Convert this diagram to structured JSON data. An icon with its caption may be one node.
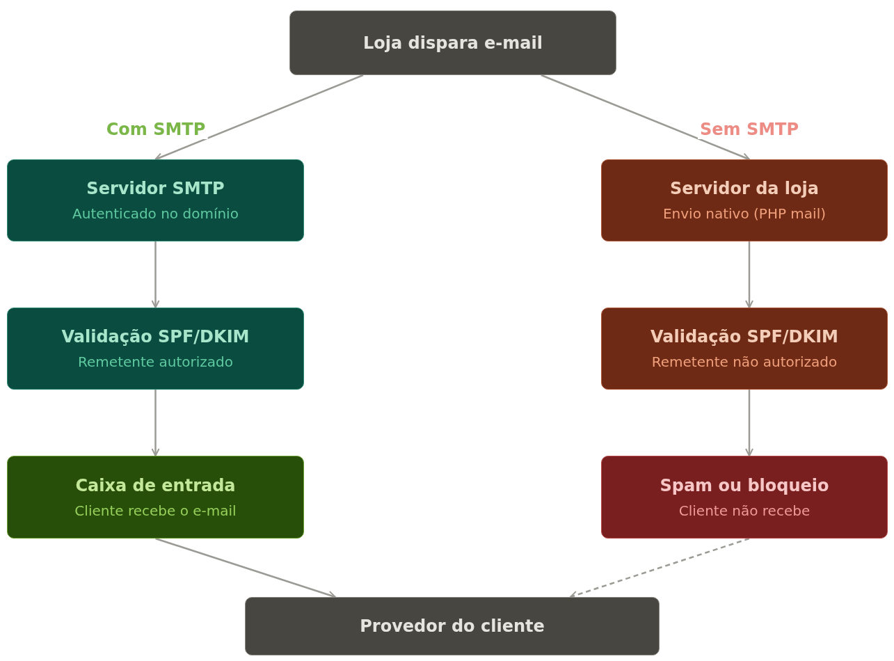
{
  "diagram": {
    "nodes": [
      {
        "text": [
          "Loja dispara e-mail"
        ]
      },
      {
        "text": [
          "Servidor SMTP",
          "Autenticado no domínio"
        ]
      },
      {
        "text": [
          "Validação SPF/DKIM",
          "Remetente autorizado"
        ]
      },
      {
        "text": [
          "Caixa de entrada",
          "Cliente recebe o e-mail"
        ]
      },
      {
        "text": [
          "Servidor da loja",
          "Envio nativo (PHP mail)"
        ]
      },
      {
        "text": [
          "Validação SPF/DKIM",
          "Remetente não autorizado"
        ]
      },
      {
        "text": [
          "Spam ou bloqueio",
          "Cliente não recebe"
        ]
      },
      {
        "text": [
          "Provedor do cliente"
        ]
      }
    ],
    "edges": [
      {
        "from": 0,
        "to": 1,
        "arrow": "to",
        "label": "Com SMTP"
      },
      {
        "from": 0,
        "to": 4,
        "arrow": "to",
        "label": "Sem SMTP"
      },
      {
        "from": 1,
        "to": 2,
        "arrow": "to"
      },
      {
        "from": 2,
        "to": 3,
        "arrow": "to"
      },
      {
        "from": 4,
        "to": 5,
        "arrow": "to"
      },
      {
        "from": 5,
        "to": 6,
        "arrow": "to"
      },
      {
        "from": 3,
        "to": 7,
        "arrow": "to"
      },
      {
        "from": 6,
        "to": 7,
        "arrow": "to",
        "style": "dashed"
      }
    ]
  }
}
